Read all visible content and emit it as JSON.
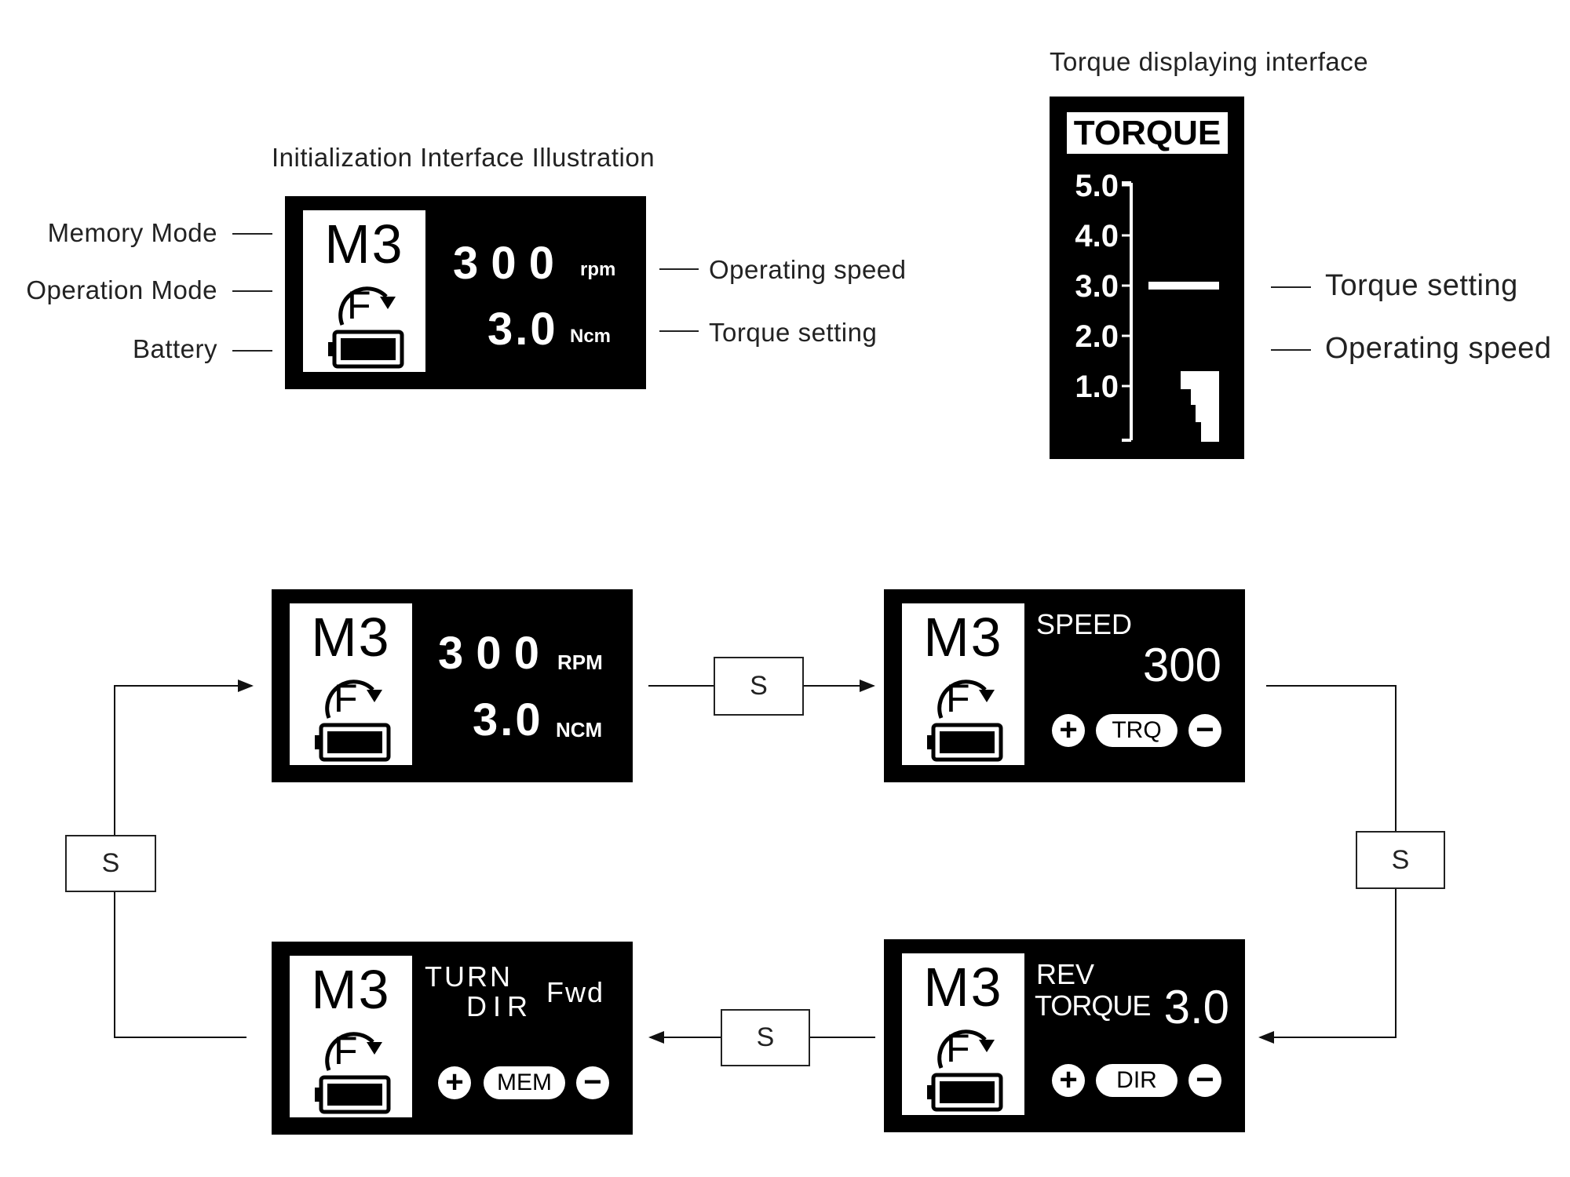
{
  "init": {
    "title": "Initialization Interface Illustration",
    "left_labels": [
      "Memory Mode",
      "Operation Mode",
      "Battery"
    ],
    "right_labels": [
      "Operating speed",
      "Torque setting"
    ],
    "screen": {
      "memory": "M3",
      "mode_letter": "F",
      "speed": "3 0 0",
      "speed_unit": "rpm",
      "torque": "3.0",
      "torque_unit": "Ncm"
    }
  },
  "torque_display": {
    "title": "Torque displaying interface",
    "header": "TORQUE",
    "ticks": [
      "5.0",
      "4.0",
      "3.0",
      "2.0",
      "1.0"
    ],
    "tick_values": [
      5,
      4,
      3,
      2,
      1
    ],
    "torque_setting": 3.0,
    "labels": [
      "Torque setting",
      "Operating speed"
    ]
  },
  "flow": {
    "switch_label": "S",
    "main": {
      "memory": "M3",
      "mode_letter": "F",
      "speed": "3 0 0",
      "speed_unit": "RPM",
      "torque": "3.0",
      "torque_unit": "NCM"
    },
    "speed": {
      "memory": "M3",
      "mode_letter": "F",
      "title": "SPEED",
      "value": "300",
      "plus": "+",
      "center": "TRQ",
      "minus": "−"
    },
    "rev_torque": {
      "memory": "M3",
      "mode_letter": "F",
      "title_line1": "REV",
      "title_line2": "TORQUE",
      "value": "3.0",
      "plus": "+",
      "center": "DIR",
      "minus": "−"
    },
    "turn_dir": {
      "memory": "M3",
      "mode_letter": "F",
      "title_line1": "TURN",
      "title_line2": "DIR",
      "value": "Fwd",
      "plus": "+",
      "center": "MEM",
      "minus": "−"
    }
  }
}
